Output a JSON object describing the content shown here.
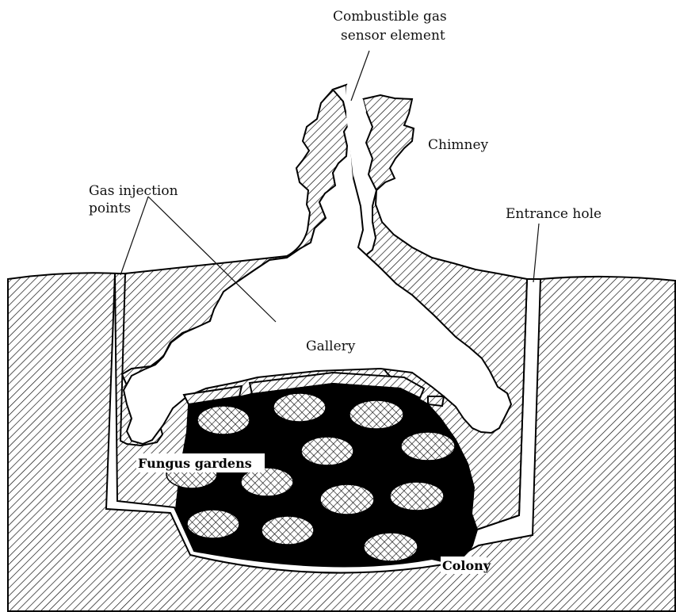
{
  "labels": {
    "combustible_line1": "Combustible gas",
    "combustible_line2": "sensor element",
    "chimney": "Chimney",
    "gas_injection_line1": "Gas injection",
    "gas_injection_line2": "points",
    "entrance_hole": "Entrance hole",
    "gallery": "Gallery",
    "fungus_gardens": "Fungus gardens",
    "colony": "Colony"
  },
  "colors": {
    "ink": "#000000",
    "paper": "#ffffff"
  }
}
